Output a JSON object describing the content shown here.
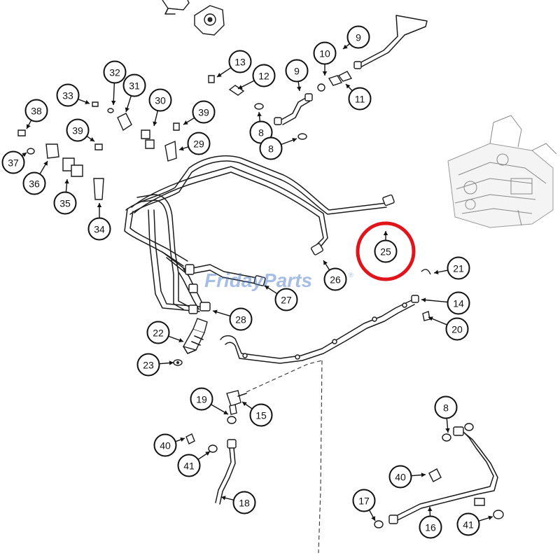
{
  "watermark": {
    "text": "FridayParts",
    "registered_mark": "®"
  },
  "highlight": {
    "label": "25",
    "color": "#e0141b"
  },
  "callouts": [
    "9",
    "10",
    "11",
    "13",
    "12",
    "9",
    "32",
    "31",
    "33",
    "30",
    "39",
    "38",
    "8",
    "39",
    "29",
    "8",
    "37",
    "36",
    "35",
    "34",
    "25",
    "21",
    "26",
    "27",
    "14",
    "28",
    "20",
    "22",
    "23",
    "19",
    "15",
    "8",
    "40",
    "41",
    "40",
    "18",
    "17",
    "16",
    "41"
  ],
  "colors": {
    "highlight": "#e0141b",
    "watermark": "#3b6fc4",
    "ink": "#111111"
  }
}
